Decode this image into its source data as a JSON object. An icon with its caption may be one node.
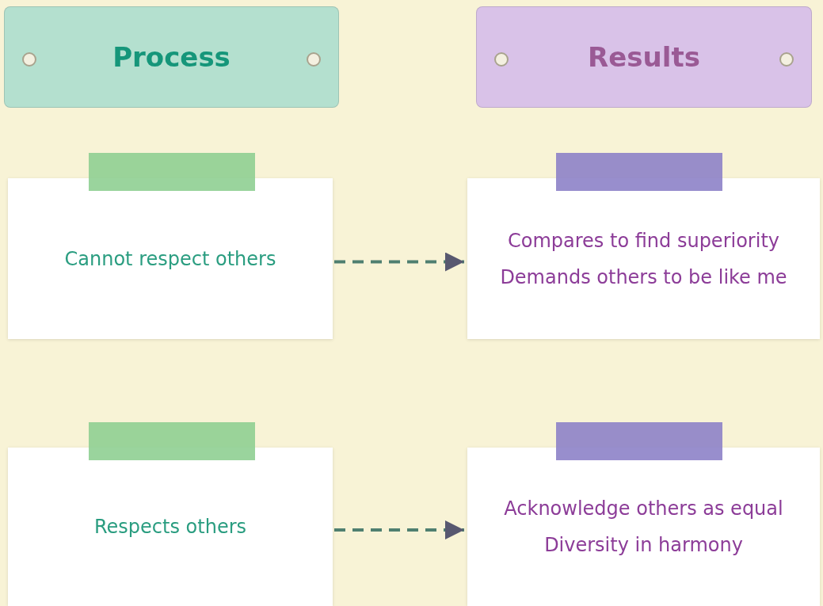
{
  "diagram": {
    "nodes": [
      {
        "text": [
          "Process"
        ]
      },
      {
        "text": [
          "Results"
        ]
      },
      {
        "text": [
          "Cannot respect others"
        ]
      },
      {
        "text": [
          "Compares to find superiority",
          "Demands others to be like me"
        ]
      },
      {
        "text": [
          "Respects others"
        ]
      },
      {
        "text": [
          "Acknowledge others as equal",
          "Diversity in harmony"
        ]
      }
    ],
    "edges": [
      {
        "from": 2,
        "to": 3,
        "arrow": "to",
        "style": "dashed"
      },
      {
        "from": 4,
        "to": 5,
        "arrow": "to",
        "style": "dashed"
      }
    ]
  }
}
